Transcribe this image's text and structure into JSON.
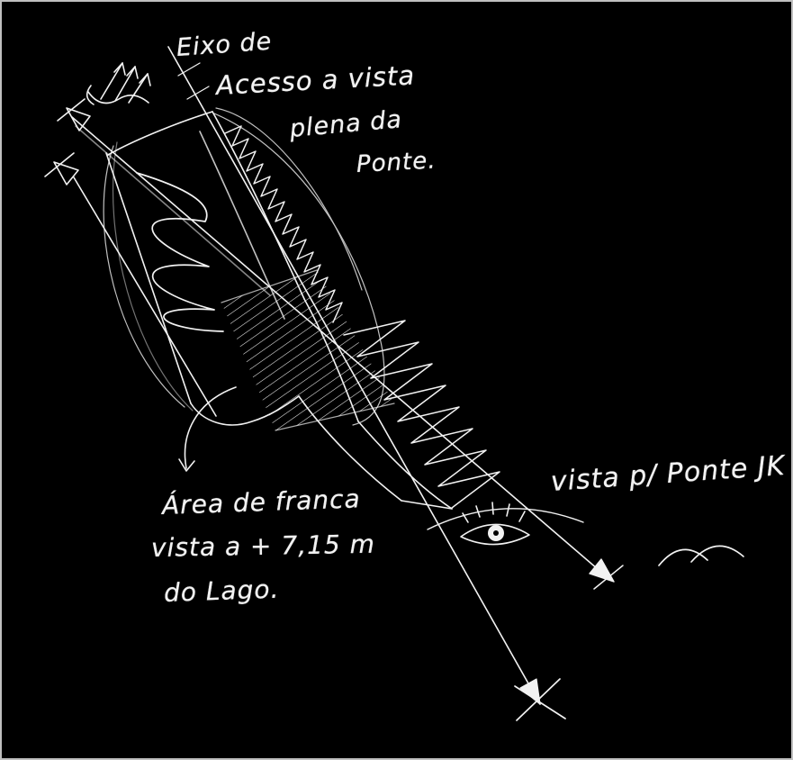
{
  "canvas": {
    "background": "#000000",
    "ink": "#f2f2f2"
  },
  "annotations": {
    "axis": {
      "line1": "Eixo de",
      "line2": "Acesso a vista",
      "line3": "plena da",
      "line4": "Ponte."
    },
    "area": {
      "line1": "Área de franca",
      "line2": "vista a + 7,15 m",
      "line3": "do Lago."
    },
    "vista": {
      "label": "vista p/ Ponte JK"
    }
  },
  "icons": {
    "eye": "eye-icon",
    "north_arrows": "direction-arrows-icon",
    "axis_arrowhead_top": "hollow-arrowhead-icon",
    "axis_arrowhead_bottom": "filled-arrowhead-icon",
    "crossed_arrow": "crossed-arrow-icon",
    "down_curved_arrow": "curved-arrow-icon",
    "flight_arcs": "bird-arcs-icon"
  }
}
